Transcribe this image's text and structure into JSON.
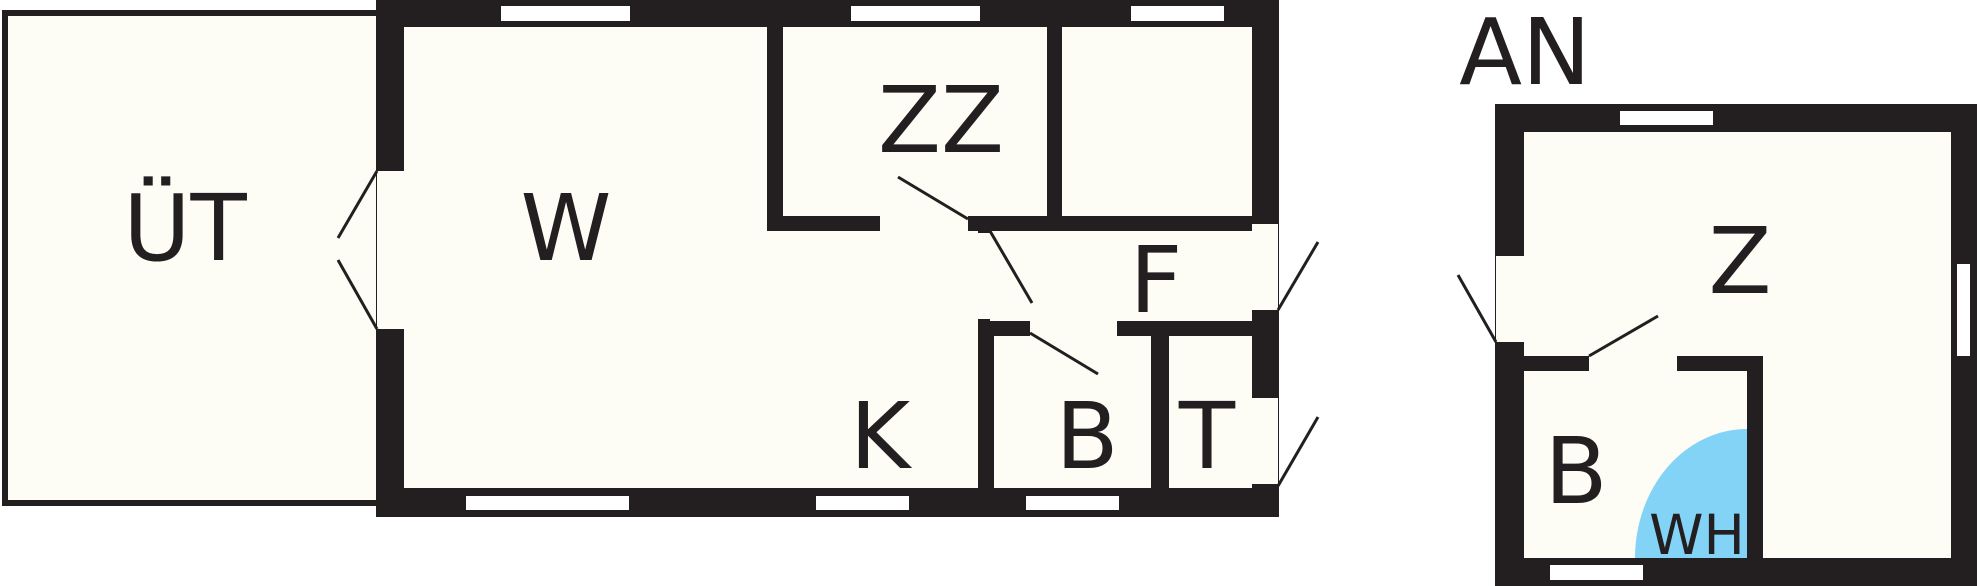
{
  "floorplan": {
    "colors": {
      "wall": "#231f20",
      "floor": "#fdfdf6",
      "background": "#ffffff",
      "window": "#ffffff",
      "water_heater": "#82d3f6"
    },
    "main_unit": {
      "rooms": {
        "terrace": "ÜT",
        "living": "W",
        "sleeping": "ZZ",
        "hallway": "F",
        "kitchen": "K",
        "bathroom": "B",
        "toilet": "T"
      }
    },
    "annex": {
      "title": "AN",
      "rooms": {
        "room": "Z",
        "bathroom": "B",
        "water_heater": "WH"
      }
    }
  }
}
